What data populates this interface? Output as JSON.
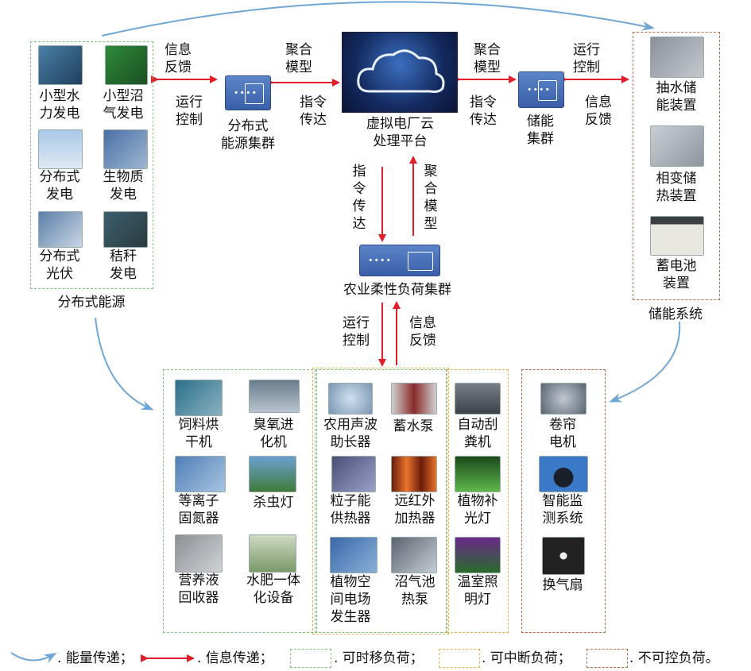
{
  "distributed_energy": {
    "items": [
      "小型水力发电",
      "小型沼气发电",
      "分布式发电",
      "生物质发电",
      "分布式光伏",
      "秸秆发电"
    ],
    "lines": [
      [
        "小型水",
        "力发电"
      ],
      [
        "小型沼",
        "气发电"
      ],
      [
        "分布式",
        "发电"
      ],
      [
        "生物质",
        "发电"
      ],
      [
        "分布式",
        "光伏"
      ],
      [
        "秸秆",
        "发电"
      ]
    ],
    "caption": "分布式能源"
  },
  "storage_system": {
    "lines": [
      [
        "抽水储",
        "能装置"
      ],
      [
        "相变储",
        "热装置"
      ],
      [
        "蓄电池",
        "装置"
      ]
    ],
    "caption": "储能系统"
  },
  "center": {
    "cloud_lines": [
      "虚拟电厂云",
      "处理平台"
    ],
    "dist_cluster_lines": [
      "分布式",
      "能源集群"
    ],
    "storage_cluster_lines": [
      "储能",
      "集群"
    ],
    "ag_cluster": "农业柔性负荷集群"
  },
  "flow_labels": {
    "left_top": [
      "信息",
      "反馈"
    ],
    "left_bottom": [
      "运行",
      "控制"
    ],
    "mid_left_top": [
      "聚合",
      "模型"
    ],
    "mid_left_bottom": [
      "指令",
      "传达"
    ],
    "mid_right_top": [
      "聚合",
      "模型"
    ],
    "mid_right_bottom": [
      "指令",
      "传达"
    ],
    "right_top": [
      "运行",
      "控制"
    ],
    "right_bottom": [
      "信息",
      "反馈"
    ],
    "down_left": [
      "指",
      "令",
      "传",
      "达"
    ],
    "down_right": [
      "聚",
      "合",
      "模",
      "型"
    ],
    "lower_left": [
      "运行",
      "控制"
    ],
    "lower_right": [
      "信息",
      "反馈"
    ]
  },
  "loads": {
    "green": [
      [
        "饲料烘",
        "干机"
      ],
      [
        "臭氧进",
        "化机"
      ],
      [
        "等离子",
        "固氮器"
      ],
      [
        "杀虫灯"
      ],
      [
        "营养液",
        "回收器"
      ],
      [
        "水肥一体",
        "化设备"
      ]
    ],
    "middle": [
      [
        "农用声波",
        "助长器"
      ],
      [
        "蓄水泵"
      ],
      [
        "粒子能",
        "供热器"
      ],
      [
        "远红外",
        "加热器"
      ],
      [
        "植物空",
        "间电场",
        "发生器"
      ],
      [
        "沼气池",
        "热泵"
      ]
    ],
    "orange": [
      [
        "自动刮",
        "粪机"
      ],
      [
        "植物补",
        "光灯"
      ],
      [
        "温室照",
        "明灯"
      ]
    ],
    "brown": [
      [
        "卷帘",
        "电机"
      ],
      [
        "智能监",
        "测系统"
      ],
      [
        "换气扇"
      ]
    ]
  },
  "legend": {
    "energy": ". 能量传递；",
    "info": ". 信息传递；",
    "shiftable": ". 可时移负荷；",
    "interruptible": ". 可中断负荷；",
    "uncontrollable": ". 不可控负荷。"
  },
  "colors": {
    "arrow_red": "#e11d2a",
    "flow_blue": "#6fa6d4",
    "green_box": "#7cc47a",
    "orange_box": "#e6b04c",
    "brown_box": "#b86a44"
  }
}
